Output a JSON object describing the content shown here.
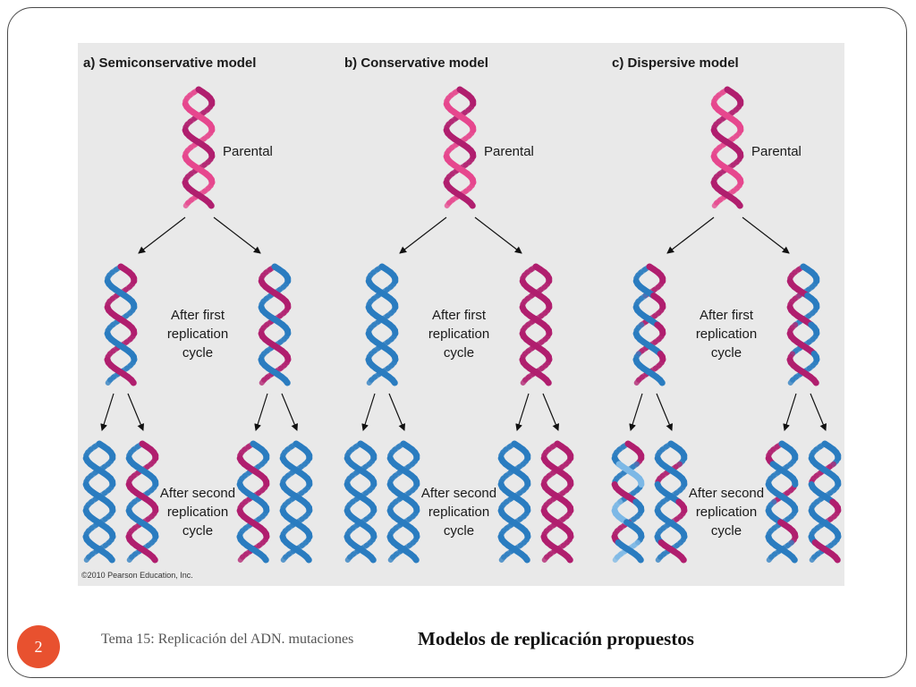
{
  "figure": {
    "colors": {
      "parental": "#b01e6e",
      "parental_light": "#e6478e",
      "new": "#2a7cc0",
      "new_light": "#7cb8e6",
      "arrow": "#111111"
    },
    "copyright": "©2010 Pearson Education, Inc.",
    "models": [
      {
        "title": "a) Semiconservative model",
        "parental_label": "Parental",
        "first_label": [
          "After first",
          "replication",
          "cycle"
        ],
        "second_label": [
          "After second",
          "replication",
          "cycle"
        ]
      },
      {
        "title": "b) Conservative model",
        "parental_label": "Parental",
        "first_label": [
          "After first",
          "replication",
          "cycle"
        ],
        "second_label": [
          "After second",
          "replication",
          "cycle"
        ]
      },
      {
        "title": "c) Dispersive model",
        "parental_label": "Parental",
        "first_label": [
          "After first",
          "replication",
          "cycle"
        ],
        "second_label": [
          "After second",
          "replication",
          "cycle"
        ]
      }
    ]
  },
  "footer": {
    "page_number": "2",
    "course": "Tema 15: Replicación del ADN. mutaciones",
    "slide_title": "Modelos de replicación propuestos"
  }
}
